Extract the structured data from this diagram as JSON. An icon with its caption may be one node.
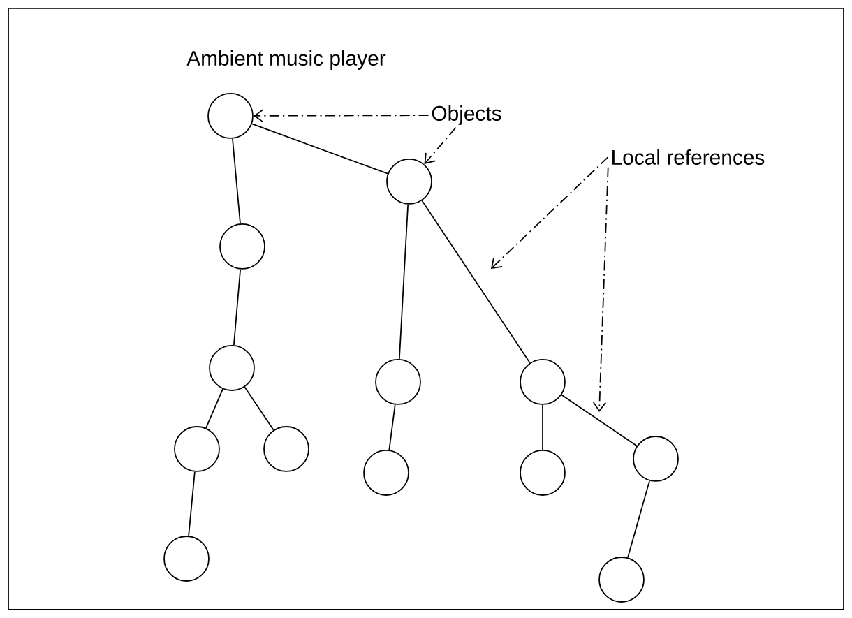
{
  "diagram": {
    "nodes": [
      {
        "text": [],
        "shape": "circle",
        "beside": [
          "Ambient music player"
        ]
      },
      {
        "text": [
          "Objects"
        ]
      },
      {
        "text": [],
        "shape": "circle"
      },
      {
        "text": [],
        "shape": "circle"
      },
      {
        "text": [
          "Local references"
        ]
      },
      {
        "text": [],
        "shape": "circle"
      },
      {
        "text": [],
        "shape": "circle"
      },
      {
        "text": [],
        "shape": "circle"
      },
      {
        "text": [],
        "shape": "circle"
      },
      {
        "text": [],
        "shape": "circle"
      },
      {
        "text": [],
        "shape": "circle"
      },
      {
        "text": [],
        "shape": "circle"
      },
      {
        "text": [],
        "shape": "circle"
      },
      {
        "text": [],
        "shape": "circle"
      },
      {
        "text": [],
        "shape": "circle"
      }
    ],
    "edges": [
      {
        "from": 0,
        "to": 2,
        "arrow": "none"
      },
      {
        "from": 0,
        "to": 3,
        "arrow": "none"
      },
      {
        "from": 3,
        "to": 5,
        "arrow": "none"
      },
      {
        "from": 5,
        "to": 8,
        "arrow": "none"
      },
      {
        "from": 5,
        "to": 9,
        "arrow": "none"
      },
      {
        "from": 8,
        "to": 13,
        "arrow": "none"
      },
      {
        "from": 2,
        "to": 6,
        "arrow": "none"
      },
      {
        "from": 2,
        "to": 7,
        "arrow": "none"
      },
      {
        "from": 6,
        "to": 11,
        "arrow": "none"
      },
      {
        "from": 7,
        "to": 12,
        "arrow": "none"
      },
      {
        "from": 7,
        "to": 10,
        "arrow": "none"
      },
      {
        "from": 10,
        "to": 14,
        "arrow": "none"
      },
      {
        "from": 1,
        "to": 0,
        "arrow": "to",
        "style": "dashed"
      },
      {
        "from": 1,
        "to": 2,
        "arrow": "to",
        "style": "dashed"
      },
      {
        "from": 4,
        "to": null,
        "arrow": "to",
        "style": "dashed"
      },
      {
        "from": 4,
        "to": null,
        "arrow": "to",
        "style": "dashed"
      }
    ]
  }
}
